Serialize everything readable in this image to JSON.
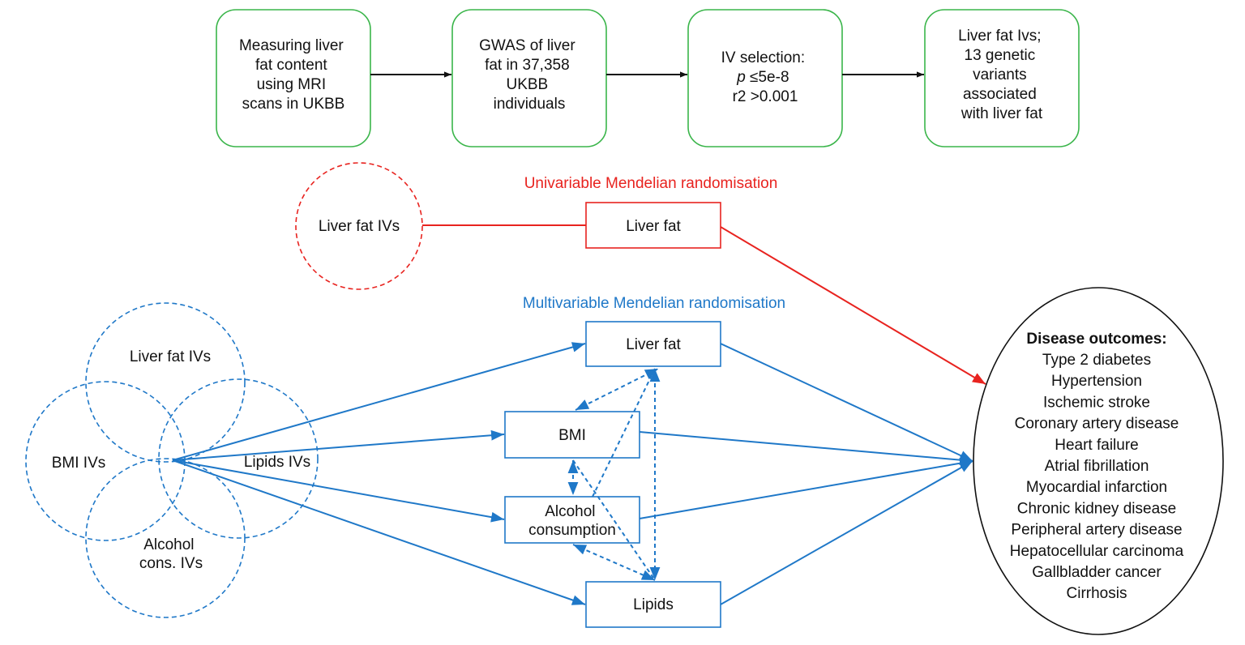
{
  "pipeline": {
    "steps": [
      {
        "lines": [
          "Measuring liver",
          "fat content",
          "using MRI",
          "scans in UKBB"
        ]
      },
      {
        "lines": [
          "GWAS of liver",
          "fat in 37,358",
          "UKBB",
          "individuals"
        ]
      },
      {
        "lines": [
          "IV selection:",
          "p ≤5e-8",
          "r2 >0.001"
        ]
      },
      {
        "lines": [
          "Liver fat Ivs;",
          "13 genetic",
          "variants",
          "associated",
          "with liver fat"
        ]
      }
    ]
  },
  "univariable": {
    "title": "Univariable Mendelian randomisation",
    "iv_label": "Liver fat IVs",
    "exposure": "Liver fat"
  },
  "multivariable": {
    "title": "Multivariable Mendelian randomisation",
    "iv_circles": {
      "liver": "Liver fat IVs",
      "bmi": "BMI IVs",
      "lipids": "Lipids IVs",
      "alcohol": [
        "Alcohol",
        "cons. IVs"
      ]
    },
    "exposures": {
      "liver": "Liver fat",
      "bmi": "BMI",
      "alcohol": [
        "Alcohol",
        "consumption"
      ],
      "lipids": "Lipids"
    }
  },
  "outcomes": {
    "heading": "Disease outcomes:",
    "items": [
      "Type 2 diabetes",
      "Hypertension",
      "Ischemic stroke",
      "Coronary artery disease",
      "Heart failure",
      "Atrial fibrillation",
      "Myocardial infarction",
      "Chronic kidney disease",
      "Peripheral artery disease",
      "Hepatocellular carcinoma",
      "Gallbladder cancer",
      "Cirrhosis"
    ]
  },
  "colors": {
    "green": "#3ab54a",
    "red": "#e8231f",
    "blue": "#1f78c8",
    "black": "#111111"
  }
}
